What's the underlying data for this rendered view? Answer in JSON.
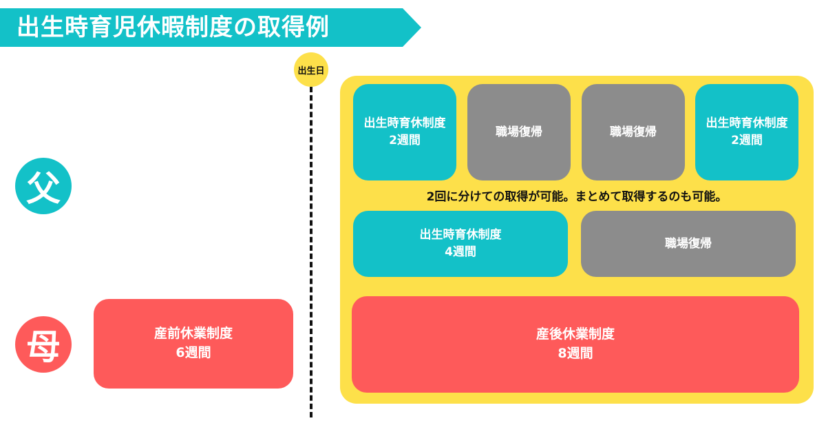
{
  "title": "出生時育児休暇制度の取得例",
  "birth_marker": "出生日",
  "roles": {
    "father": {
      "label": "父",
      "color": "#13c1c8"
    },
    "mother": {
      "label": "母",
      "color": "#fe5a5a"
    }
  },
  "colors": {
    "teal": "#13c1c8",
    "gray": "#8c8c8c",
    "red": "#fe5a5a",
    "yellow": "#fde04a"
  },
  "father": {
    "row1": [
      {
        "title": "出生時育休制度",
        "duration": "2週間"
      },
      {
        "title": "職場復帰"
      },
      {
        "title": "職場復帰"
      },
      {
        "title": "出生時育休制度",
        "duration": "2週間"
      }
    ],
    "note": "2回に分けての取得が可能。まとめて取得するのも可能。",
    "row2": [
      {
        "title": "出生時育休制度",
        "duration": "4週間"
      },
      {
        "title": "職場復帰"
      }
    ]
  },
  "mother": {
    "before": {
      "title": "産前休業制度",
      "duration": "6週間"
    },
    "after": {
      "title": "産後休業制度",
      "duration": "8週間"
    }
  }
}
